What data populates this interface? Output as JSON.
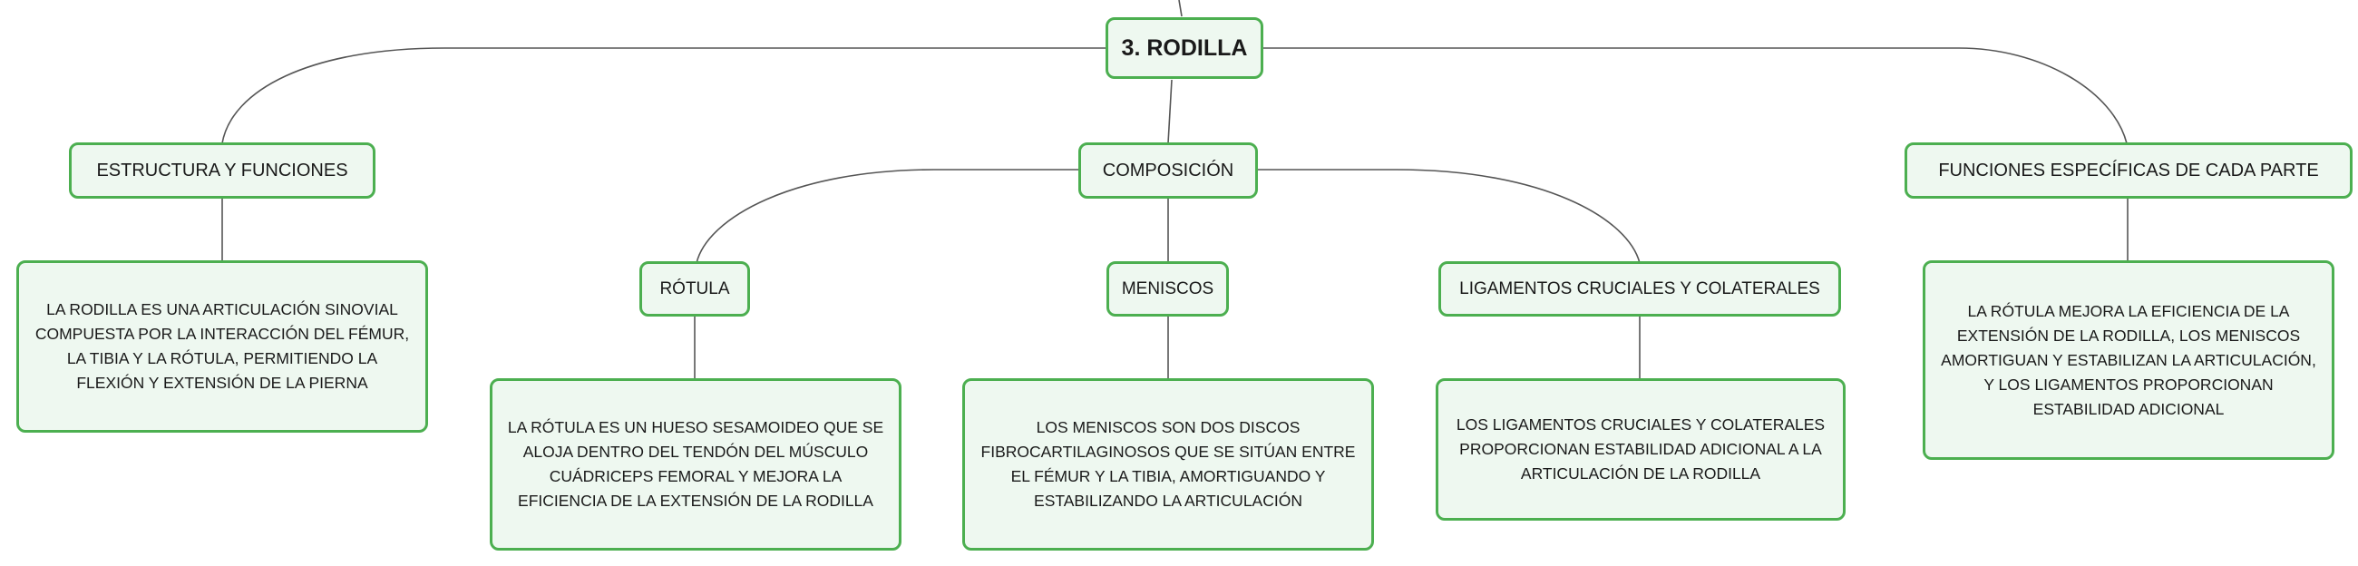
{
  "colors": {
    "node_border": "#4caf50",
    "node_fill": "#eef8f0",
    "connector": "#555555",
    "text": "#1a1a1a"
  },
  "diagram": {
    "root": {
      "label": "3. RODILLA"
    },
    "branches": {
      "estructura": {
        "label": "ESTRUCTURA Y FUNCIONES",
        "description": "LA RODILLA ES UNA ARTICULACIÓN SINOVIAL COMPUESTA POR LA INTERACCIÓN DEL FÉMUR, LA TIBIA Y LA RÓTULA, PERMITIENDO LA FLEXIÓN Y EXTENSIÓN DE LA PIERNA"
      },
      "composicion": {
        "label": "COMPOSICIÓN",
        "children": {
          "rotula": {
            "label": "RÓTULA",
            "description": "LA RÓTULA ES UN HUESO SESAMOIDEO QUE SE ALOJA DENTRO DEL TENDÓN DEL MÚSCULO CUÁDRICEPS FEMORAL Y MEJORA LA EFICIENCIA DE LA EXTENSIÓN DE LA RODILLA"
          },
          "meniscos": {
            "label": "MENISCOS",
            "description": "LOS MENISCOS SON DOS DISCOS FIBROCARTILAGINOSOS QUE SE SITÚAN ENTRE EL FÉMUR Y LA TIBIA, AMORTIGUANDO Y ESTABILIZANDO LA ARTICULACIÓN"
          },
          "ligamentos": {
            "label": "LIGAMENTOS CRUCIALES Y COLATERALES",
            "description": "LOS LIGAMENTOS CRUCIALES Y COLATERALES PROPORCIONAN ESTABILIDAD ADICIONAL A LA ARTICULACIÓN DE LA RODILLA"
          }
        }
      },
      "funciones": {
        "label": "FUNCIONES ESPECÍFICAS DE CADA PARTE",
        "description": "LA RÓTULA MEJORA LA EFICIENCIA DE LA EXTENSIÓN DE LA RODILLA, LOS MENISCOS AMORTIGUAN Y ESTABILIZAN LA ARTICULACIÓN, Y LOS LIGAMENTOS PROPORCIONAN ESTABILIDAD ADICIONAL"
      }
    }
  }
}
